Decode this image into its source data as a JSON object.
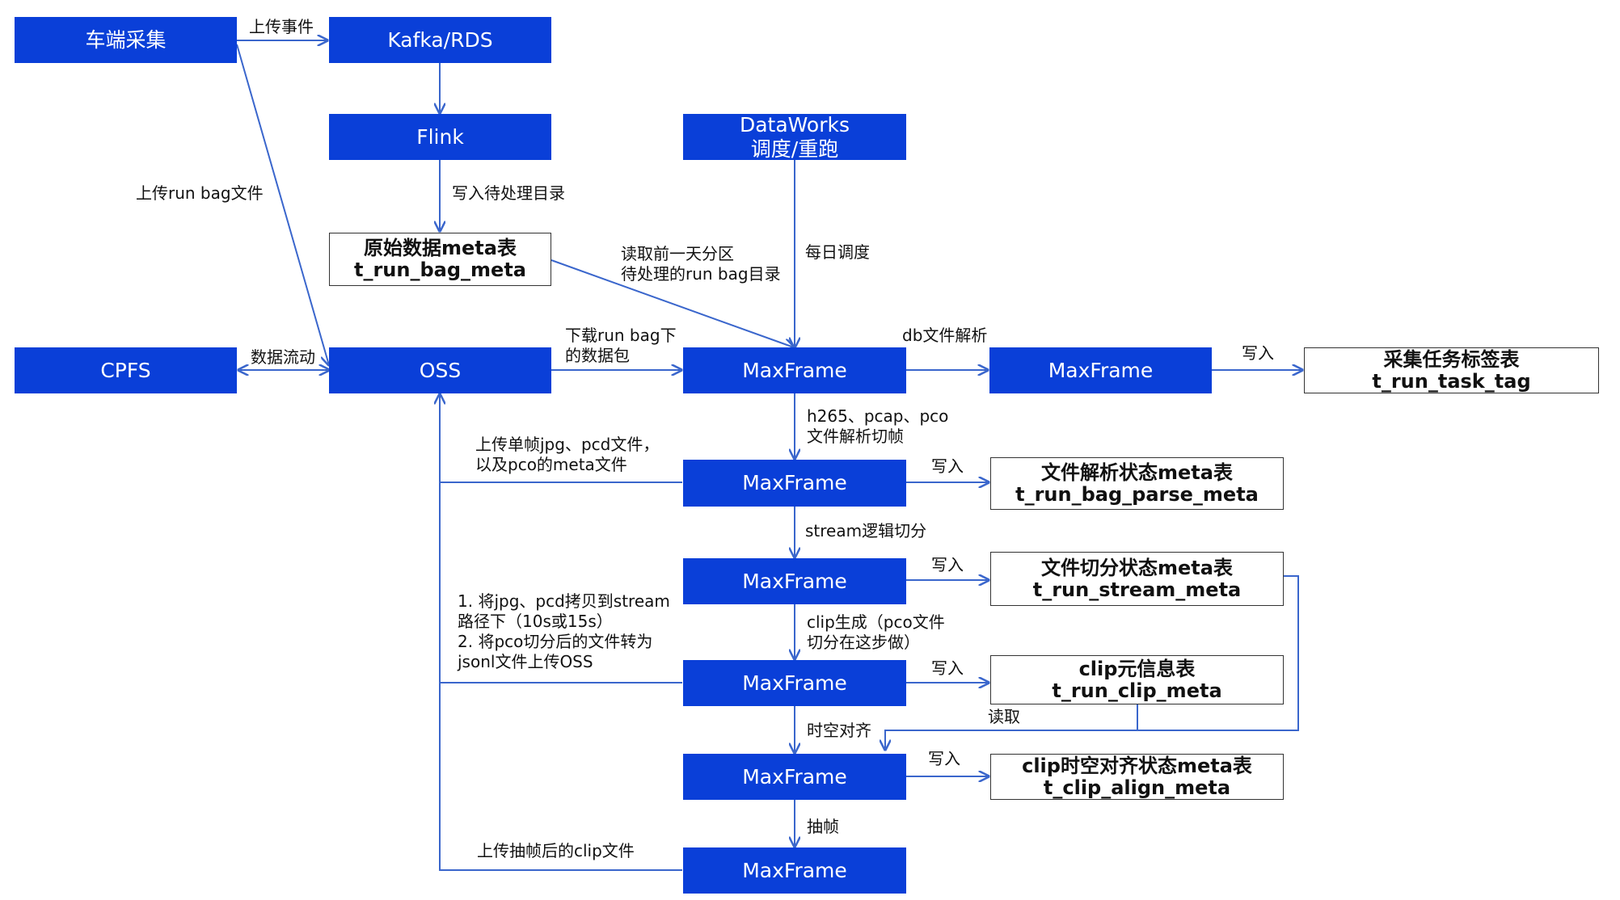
{
  "colors": {
    "node_fill": "#0a3fd8",
    "node_text": "#ffffff",
    "edge": "#3a66cc",
    "table_border": "#333333"
  },
  "nodes": {
    "vehicle": "车端采集",
    "kafka": "Kafka/RDS",
    "flink": "Flink",
    "dataworks": [
      "DataWorks",
      "调度/重跑"
    ],
    "raw_meta": [
      "原始数据meta表",
      "t_run_bag_meta"
    ],
    "cpfs": "CPFS",
    "oss": "OSS",
    "mf1": "MaxFrame",
    "mf_db": "MaxFrame",
    "task_tag": [
      "采集任务标签表",
      "t_run_task_tag"
    ],
    "mf2": "MaxFrame",
    "parse_meta": [
      "文件解析状态meta表",
      "t_run_bag_parse_meta"
    ],
    "mf3": "MaxFrame",
    "stream_meta": [
      "文件切分状态meta表",
      "t_run_stream_meta"
    ],
    "mf4": "MaxFrame",
    "clip_meta": [
      "clip元信息表",
      "t_run_clip_meta"
    ],
    "mf5": "MaxFrame",
    "align_meta": [
      "clip时空对齐状态meta表",
      "t_clip_align_meta"
    ],
    "mf6": "MaxFrame"
  },
  "edge_labels": {
    "upload_event": "上传事件",
    "upload_run_bag": "上传run bag文件",
    "write_pending": "写入待处理目录",
    "read_prev_day": [
      "读取前一天分区",
      "待处理的run bag目录"
    ],
    "daily_schedule": "每日调度",
    "data_flow": "数据流动",
    "download_run_bag": [
      "下载run bag下",
      "的数据包"
    ],
    "db_parse": "db文件解析",
    "write_tag": "写入",
    "h265_parse": [
      "h265、pcap、pco",
      "文件解析切帧"
    ],
    "upload_single_frame": [
      "上传单帧jpg、pcd文件，",
      "以及pco的meta文件"
    ],
    "write_parse": "写入",
    "stream_split": "stream逻辑切分",
    "write_stream": "写入",
    "copy_jpg_pcd": [
      "1. 将jpg、pcd拷贝到stream",
      "路径下（10s或15s）",
      "2. 将pco切分后的文件转为",
      "jsonl文件上传OSS"
    ],
    "clip_gen": [
      "clip生成（pco文件",
      "切分在这步做）"
    ],
    "write_clip": "写入",
    "read": "读取",
    "spatiotemporal_align": "时空对齐",
    "write_align": "写入",
    "extract_frame": "抽帧",
    "upload_clip_after": "上传抽帧后的clip文件"
  }
}
